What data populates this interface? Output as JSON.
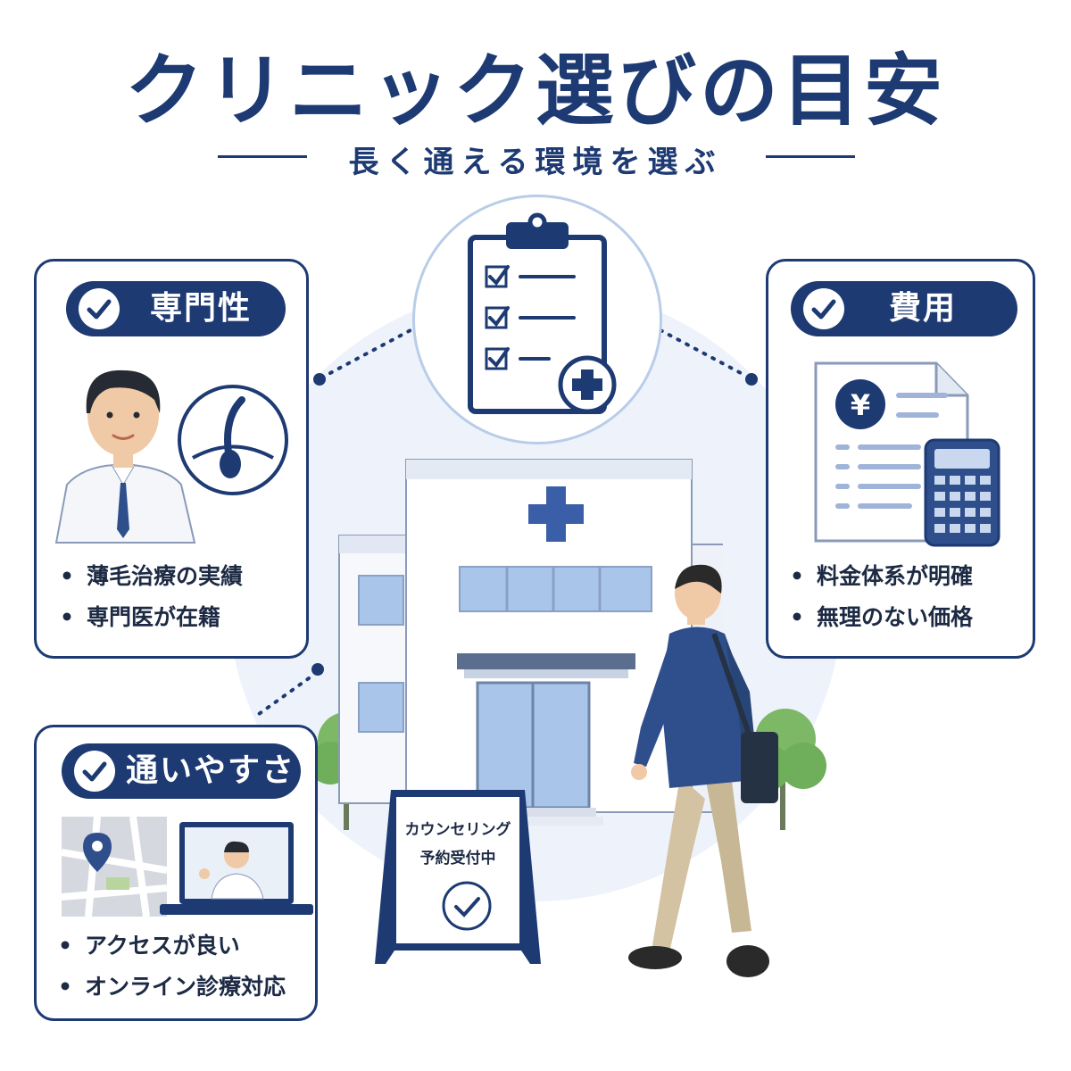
{
  "title": "クリニック選びの目安",
  "subtitle": "長く通える環境を選ぶ",
  "cards": {
    "specialty": {
      "label": "専門性",
      "bullets": [
        "薄毛治療の実績",
        "専門医が在籍"
      ]
    },
    "cost": {
      "label": "費用",
      "bullets": [
        "料金体系が明確",
        "無理のない価格"
      ]
    },
    "access": {
      "label": "通いやすさ",
      "bullets": [
        "アクセスが良い",
        "オンライン診療対応"
      ]
    }
  },
  "sign": {
    "line1": "カウンセリング",
    "line2": "予約受付中"
  },
  "icons": [
    "check-icon",
    "clipboard-icon",
    "medical-cross-icon",
    "hair-follicle-icon",
    "yen-coin-icon",
    "calculator-icon",
    "map-pin-icon",
    "laptop-icon"
  ],
  "colors": {
    "navy": "#1d3a73",
    "light_blue": "#eef3fb",
    "glass_blue": "#9fc0e6",
    "tree_green": "#6fae5a"
  }
}
